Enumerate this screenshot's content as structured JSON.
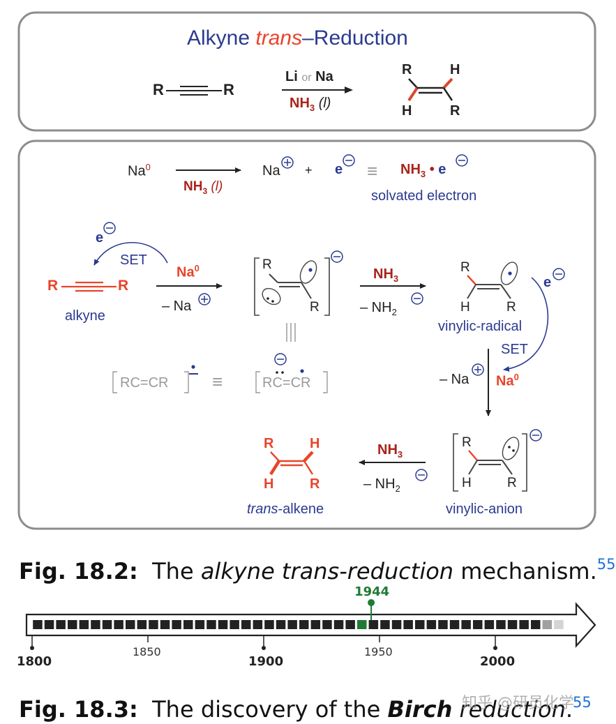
{
  "top_panel": {
    "title_pre": "Alkyne ",
    "title_trans": "trans",
    "title_post": "–Reduction",
    "reactant_r1": "R",
    "reactant_r2": "R",
    "reagent_li": "Li",
    "reagent_or": "or",
    "reagent_na": "Na",
    "solvent_nh": "NH",
    "solvent_sub": "3",
    "solvent_l": "(l)",
    "product": {
      "tl": "R",
      "tr": "H",
      "bl": "H",
      "br": "R"
    }
  },
  "mechanism": {
    "na0": "Na",
    "na0_sup": "0",
    "nh3_nh": "NH",
    "nh3_sub": "3",
    "nh3_l": "(l)",
    "na_plus": "Na",
    "plus": "+",
    "e_minus": "e",
    "equiv": "≡",
    "solv_nh": "NH",
    "solv_sub": "3",
    "solv_dot": "•",
    "solv_e": "e",
    "solvated_label": "solvated electron",
    "e_set": "e",
    "set1": "SET",
    "alkyne_r1": "R",
    "alkyne_r2": "R",
    "alkyne_label": "alkyne",
    "step1_na": "Na",
    "step1_sup": "0",
    "step1_minus": "– Na",
    "rad_anion_r1": "R",
    "rad_anion_r2": "R",
    "step2_nh": "NH",
    "step2_sub": "3",
    "step2_minus": "– NH",
    "step2_minus_sub": "2",
    "vinyl_radical_r1": "R",
    "vinyl_radical_h": "H",
    "vinyl_radical_r2": "R",
    "vinyl_radical_label": "vinylic-radical",
    "e_right": "e",
    "set2": "SET",
    "step3_minus": "– Na",
    "step3_na": "Na",
    "step3_sup": "0",
    "gray_left": "RC=CR",
    "gray_equiv": "≡",
    "gray_right": "RC=CR",
    "vinyl_anion_r1": "R",
    "vinyl_anion_h": "H",
    "vinyl_anion_r2": "R",
    "vinyl_anion_label": "vinylic-anion",
    "step4_nh": "NH",
    "step4_sub": "3",
    "step4_minus": "– NH",
    "step4_minus_sub": "2",
    "trans_product": {
      "tl": "R",
      "tr": "H",
      "bl": "H",
      "br": "R"
    },
    "trans_label_i": "trans",
    "trans_label": "-alkene"
  },
  "fig1": {
    "num": "Fig. 18.2:",
    "pre": "The ",
    "italic": "alkyne trans-reduction",
    "post": " mechanism.",
    "ref": "55"
  },
  "timeline": {
    "start": 1800,
    "end": 2030,
    "highlight_year": 1944,
    "highlight_label": "1944",
    "highlight_color": "#1f7a35",
    "ticks": [
      {
        "label": "1800",
        "major": true
      },
      {
        "label": "1850",
        "major": false
      },
      {
        "label": "1900",
        "major": true
      },
      {
        "label": "1950",
        "major": false
      },
      {
        "label": "2000",
        "major": true
      }
    ]
  },
  "fig2": {
    "num": "Fig. 18.3:",
    "pre": "The discovery of the ",
    "bold_italic": "Birch",
    "italic": " reduction",
    "post": ".",
    "ref": "55"
  },
  "watermark": "知乎 @研员化学"
}
